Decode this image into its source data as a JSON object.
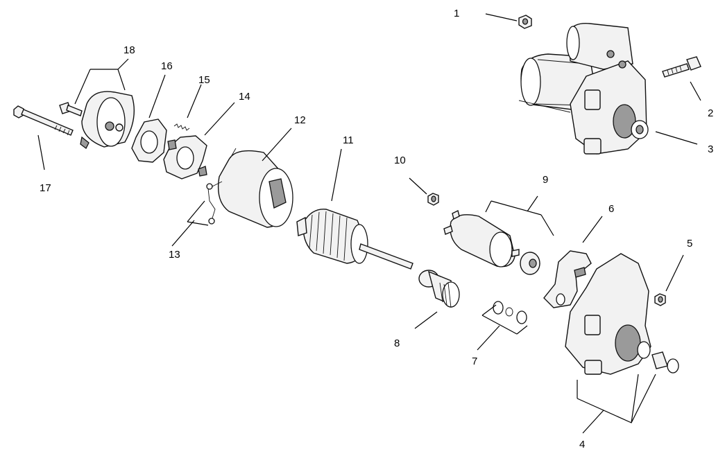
{
  "callouts": [
    {
      "id": "1",
      "part": "nut-top"
    },
    {
      "id": "2",
      "part": "through-bolt"
    },
    {
      "id": "3",
      "part": "starter-assembly"
    },
    {
      "id": "4",
      "part": "drive-end-housing-set"
    },
    {
      "id": "5",
      "part": "nut-housing"
    },
    {
      "id": "6",
      "part": "shift-lever"
    },
    {
      "id": "7",
      "part": "washer-ring-set"
    },
    {
      "id": "8",
      "part": "drive-pinion-clutch"
    },
    {
      "id": "9",
      "part": "solenoid-set"
    },
    {
      "id": "10",
      "part": "nut-solenoid"
    },
    {
      "id": "11",
      "part": "armature"
    },
    {
      "id": "12",
      "part": "field-frame"
    },
    {
      "id": "13",
      "part": "field-leads"
    },
    {
      "id": "14",
      "part": "brush-holder"
    },
    {
      "id": "15",
      "part": "brush-spring"
    },
    {
      "id": "16",
      "part": "end-plate"
    },
    {
      "id": "17",
      "part": "long-through-bolt"
    },
    {
      "id": "18",
      "part": "end-cap-set"
    }
  ]
}
